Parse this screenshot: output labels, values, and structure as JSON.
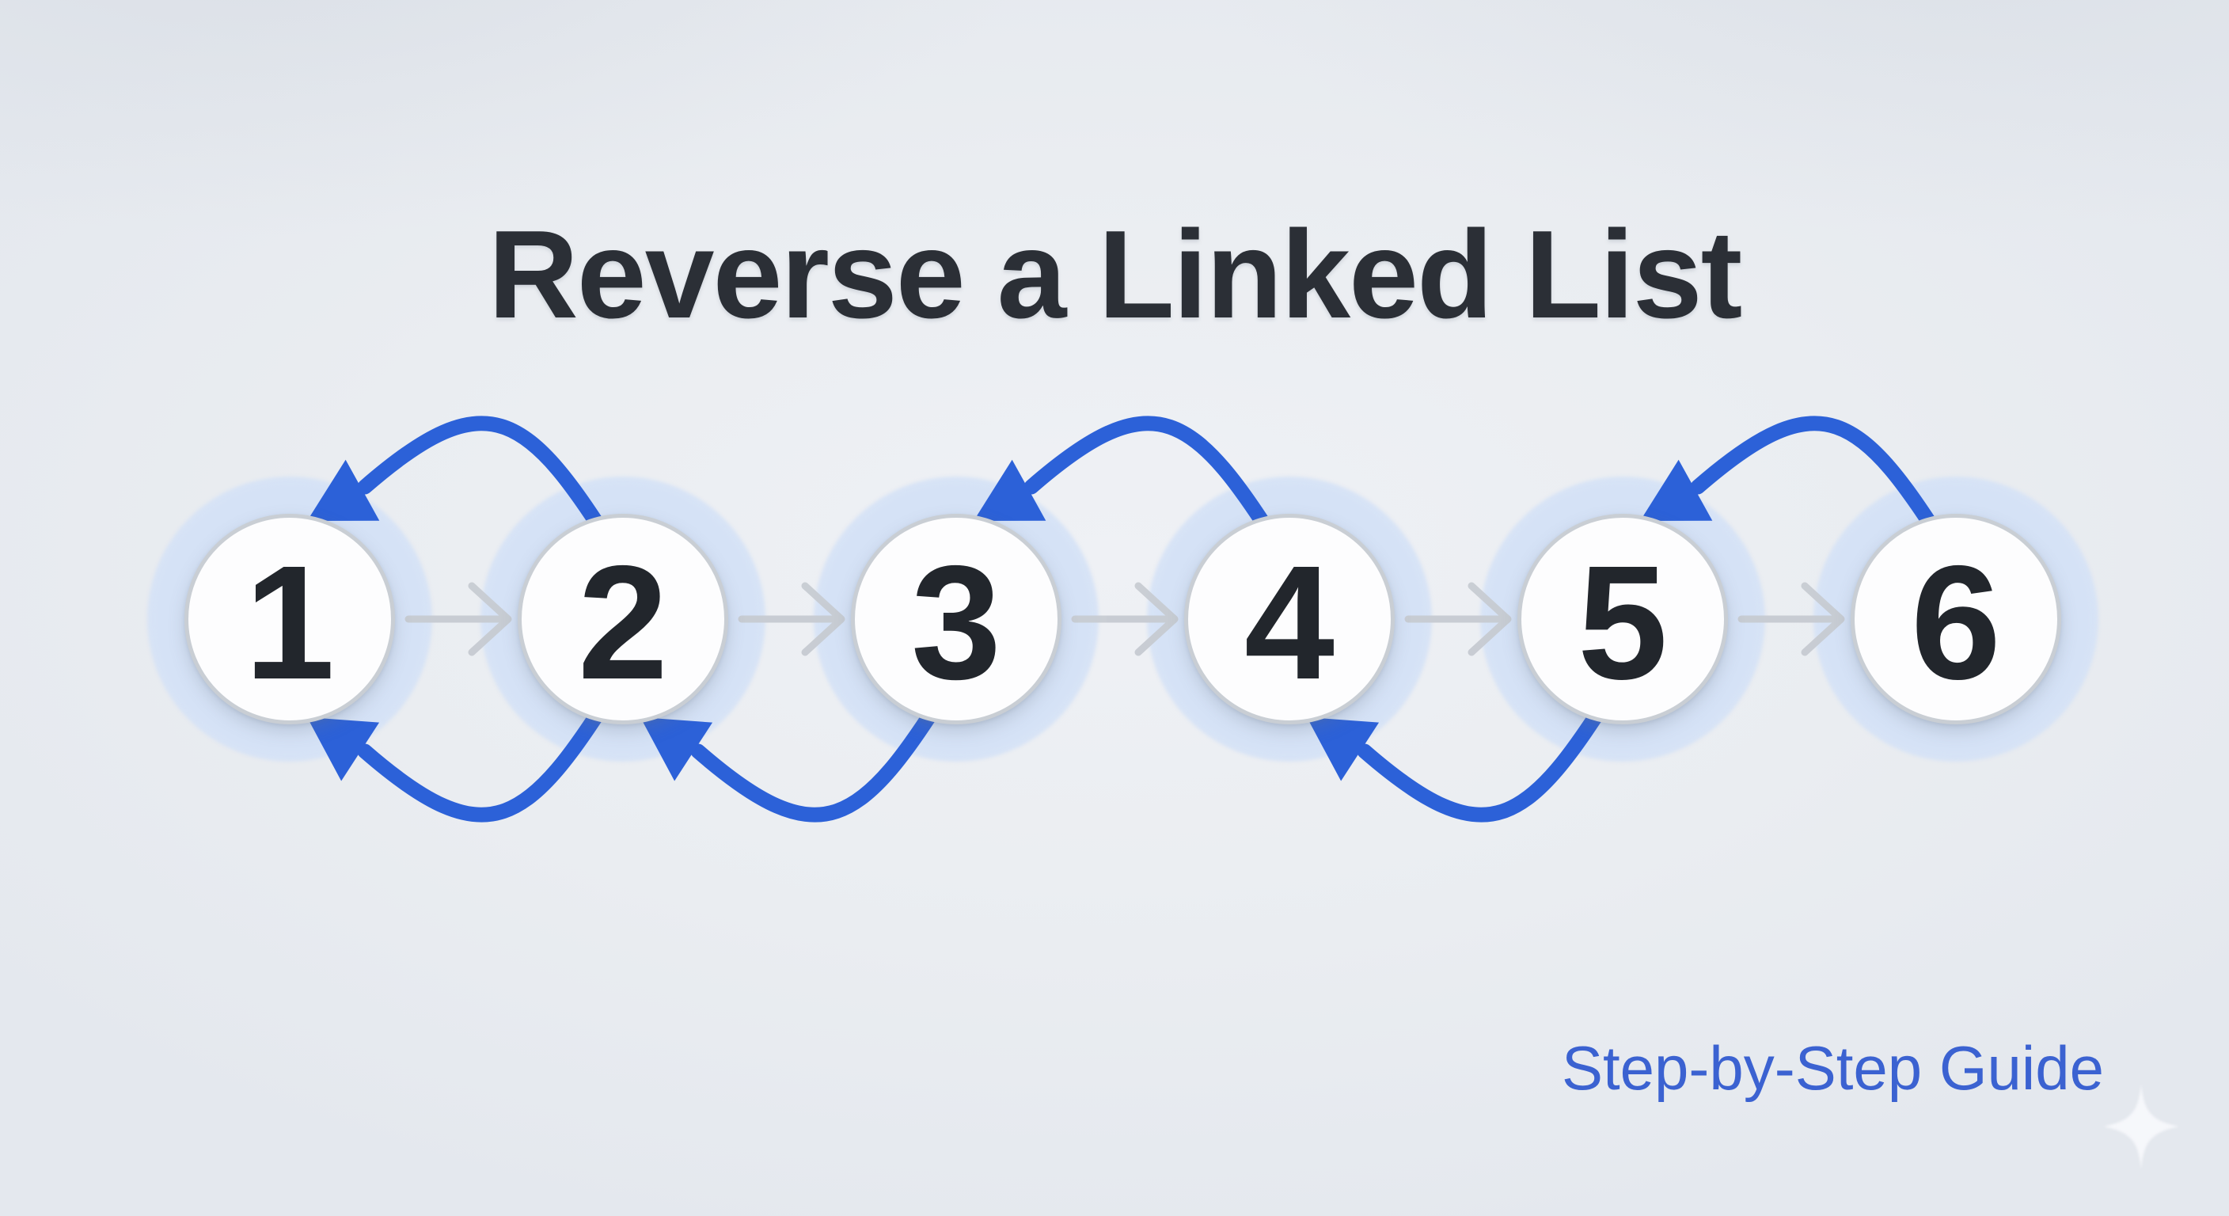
{
  "title": "Reverse a Linked List",
  "footer": {
    "caption": "Step-by-Step Guide"
  },
  "diagram": {
    "description": "singly linked list of six nodes with forward next-pointers and blue reversed-direction arrows",
    "nodes": [
      "1",
      "2",
      "3",
      "4",
      "5",
      "6"
    ],
    "next_pointers": [
      {
        "from": "1",
        "to": "2"
      },
      {
        "from": "2",
        "to": "3"
      },
      {
        "from": "3",
        "to": "4"
      },
      {
        "from": "4",
        "to": "5"
      },
      {
        "from": "5",
        "to": "6"
      }
    ],
    "reversed_pointers": [
      {
        "from": "2",
        "to": "1",
        "position": "top"
      },
      {
        "from": "4",
        "to": "3",
        "position": "top"
      },
      {
        "from": "6",
        "to": "5",
        "position": "top"
      },
      {
        "from": "2",
        "to": "1",
        "position": "bottom"
      },
      {
        "from": "3",
        "to": "2",
        "position": "bottom"
      },
      {
        "from": "5",
        "to": "4",
        "position": "bottom"
      }
    ]
  },
  "icons": {
    "sparkle": "four-point-star"
  },
  "colors": {
    "background": "#eaedf1",
    "title_text": "#2b2f36",
    "node_fill": "#fdfdfe",
    "node_border": "#c9ced4",
    "node_halo": "#d5e2f6",
    "node_number": "#22262c",
    "next_pointer_gray": "#c7cbd2",
    "reversed_pointer_blue": "#2c61d8",
    "caption_text": "#3b62d1",
    "sparkle": "#f7f9fc"
  }
}
